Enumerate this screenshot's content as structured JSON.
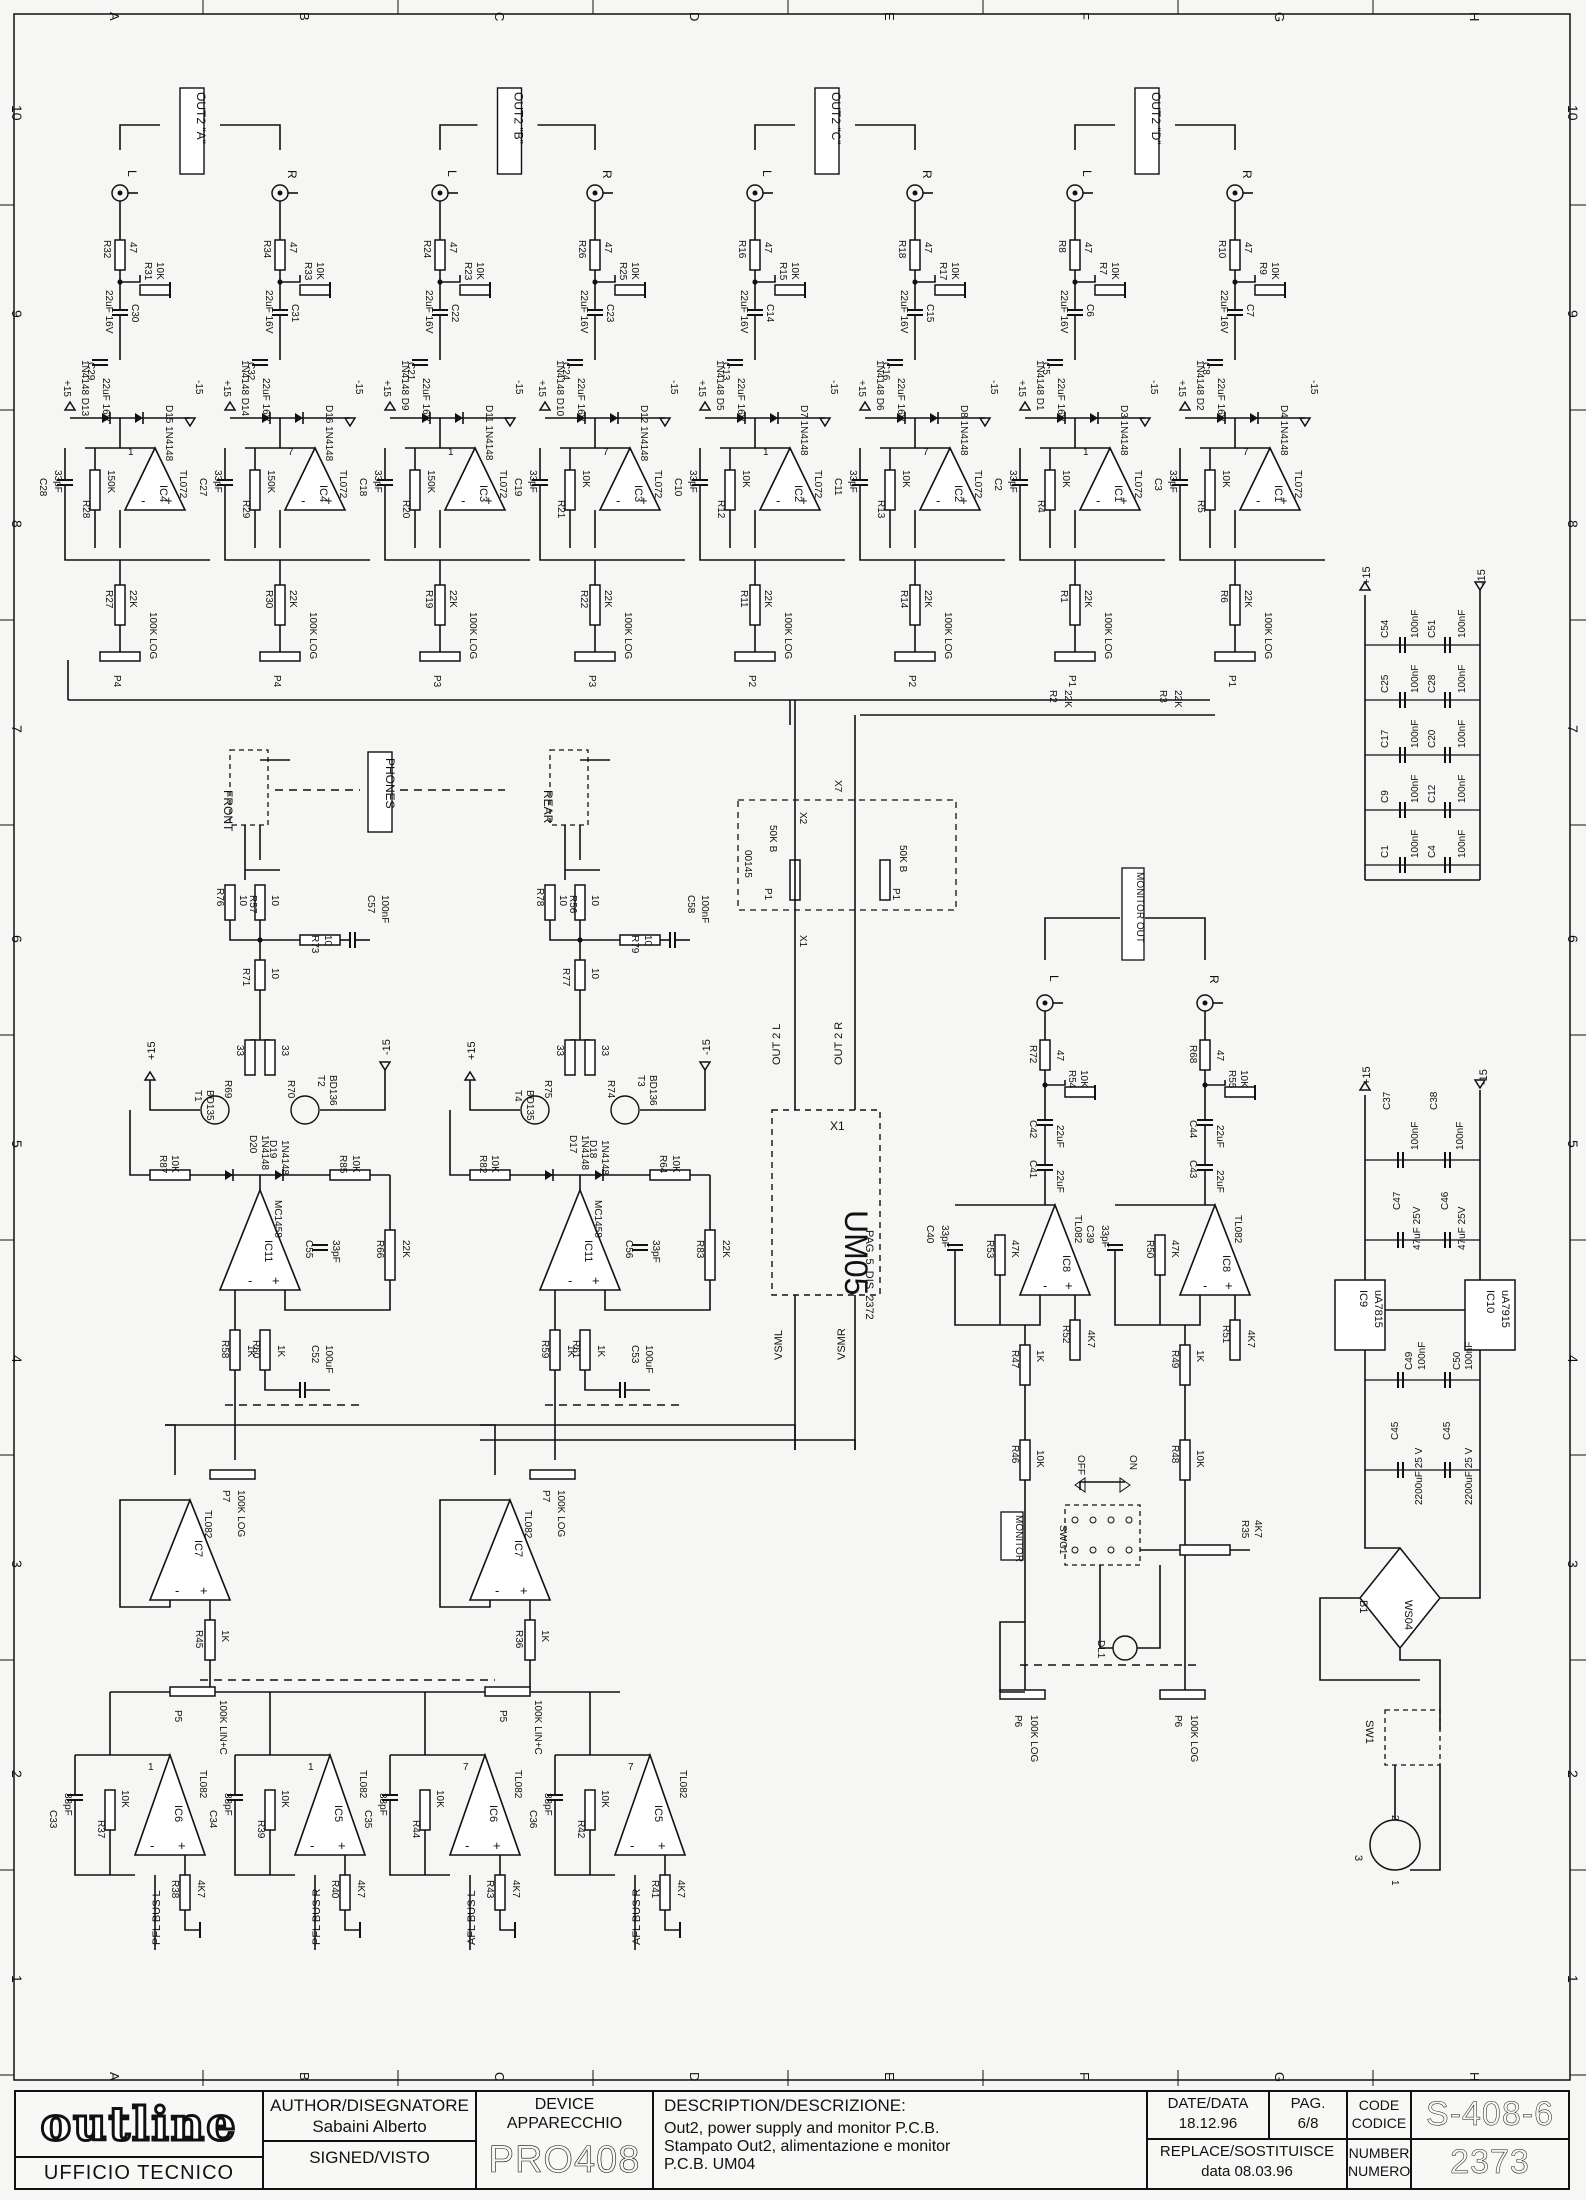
{
  "grid": {
    "columns": [
      "A",
      "B",
      "C",
      "D",
      "E",
      "F",
      "G",
      "H"
    ],
    "rows": [
      "10",
      "9",
      "8",
      "7",
      "6",
      "5",
      "4",
      "3",
      "2",
      "1"
    ]
  },
  "outputs": {
    "groups": [
      {
        "title": "OUT2 \"A\"",
        "ch": [
          {
            "side": "L",
            "rs": "R32",
            "rsv": "47",
            "rp": "R31",
            "rpv": "10K",
            "cap": "C30",
            "capv": "22uF 16V",
            "d1": "D13",
            "d2": "D15",
            "diode": "1N4148",
            "cf": "C29",
            "cfv": "22uF 16V",
            "cc": "C28",
            "ccv": "33pF",
            "rf": "R28",
            "rfv": "150K",
            "ic": "IC4",
            "icname": "TL072",
            "pin": "1",
            "ri": "R27",
            "riv": "22K",
            "pot": "P4",
            "potv": "100K LOG"
          },
          {
            "side": "R",
            "rs": "R34",
            "rsv": "47",
            "rp": "R33",
            "rpv": "10K",
            "cap": "C31",
            "capv": "22uF 16V",
            "d1": "D14",
            "d2": "D16",
            "diode": "1N4148",
            "cf": "C32",
            "cfv": "22uF 16V",
            "cc": "C27",
            "ccv": "33pF",
            "rf": "R29",
            "rfv": "150K",
            "ic": "IC4",
            "icname": "TL072",
            "pin": "7",
            "ri": "R30",
            "riv": "22K",
            "pot": "P4",
            "potv": "100K LOG"
          }
        ]
      },
      {
        "title": "OUT2 \"B\"",
        "ch": [
          {
            "side": "L",
            "rs": "R24",
            "rsv": "47",
            "rp": "R23",
            "rpv": "10K",
            "cap": "C22",
            "capv": "22uF 16V",
            "d1": "D9",
            "d2": "D11",
            "diode": "1N4148",
            "cf": "C21",
            "cfv": "22uF 16V",
            "cc": "C18",
            "ccv": "33pF",
            "rf": "R20",
            "rfv": "150K",
            "ic": "IC3",
            "icname": "TL072",
            "pin": "1",
            "ri": "R19",
            "riv": "22K",
            "pot": "P3",
            "potv": "100K LOG"
          },
          {
            "side": "R",
            "rs": "R26",
            "rsv": "47",
            "rp": "R25",
            "rpv": "10K",
            "cap": "C23",
            "capv": "22uF 16V",
            "d1": "D10",
            "d2": "D12",
            "diode": "1N4148",
            "cf": "C24",
            "cfv": "22uF 16V",
            "cc": "C19",
            "ccv": "33pF",
            "rf": "R21",
            "rfv": "10K",
            "ic": "IC3",
            "icname": "TL072",
            "pin": "7",
            "ri": "R22",
            "riv": "22K",
            "pot": "P3",
            "potv": "100K LOG"
          }
        ]
      },
      {
        "title": "OUT2 \"C\"",
        "ch": [
          {
            "side": "L",
            "rs": "R16",
            "rsv": "47",
            "rp": "R15",
            "rpv": "10K",
            "cap": "C14",
            "capv": "22uF 16V",
            "d1": "D5",
            "d2": "D7",
            "diode": "1N4148",
            "cf": "C13",
            "cfv": "22uF 16V",
            "cc": "C10",
            "ccv": "33pF",
            "rf": "R12",
            "rfv": "10K",
            "ic": "IC2",
            "icname": "TL072",
            "pin": "1",
            "ri": "R11",
            "riv": "22K",
            "pot": "P2",
            "potv": "100K LOG"
          },
          {
            "side": "R",
            "rs": "R18",
            "rsv": "47",
            "rp": "R17",
            "rpv": "10K",
            "cap": "C15",
            "capv": "22uF 16V",
            "d1": "D6",
            "d2": "D8",
            "diode": "1N4148",
            "cf": "C16",
            "cfv": "22uF 16V",
            "cc": "C11",
            "ccv": "33pF",
            "rf": "R13",
            "rfv": "10K",
            "ic": "IC2",
            "icname": "TL072",
            "pin": "7",
            "ri": "R14",
            "riv": "22K",
            "pot": "P2",
            "potv": "100K LOG"
          }
        ]
      },
      {
        "title": "OUT2 \"D\"",
        "ch": [
          {
            "side": "L",
            "rs": "R8",
            "rsv": "47",
            "rp": "R7",
            "rpv": "10K",
            "cap": "C6",
            "capv": "22uF 16V",
            "d1": "D1",
            "d2": "D3",
            "diode": "1N4148",
            "cf": "C5",
            "cfv": "22uF 16V",
            "cc": "C2",
            "ccv": "33pF",
            "rf": "R4",
            "rfv": "10K",
            "ic": "IC1",
            "icname": "TL072",
            "pin": "1",
            "ri": "R1",
            "riv": "22K",
            "pot": "P1",
            "potv": "100K LOG"
          },
          {
            "side": "R",
            "rs": "R10",
            "rsv": "47",
            "rp": "R9",
            "rpv": "10K",
            "cap": "C7",
            "capv": "22uF 16V",
            "d1": "D2",
            "d2": "D4",
            "diode": "1N4148",
            "cf": "C8",
            "cfv": "22uF 16V",
            "cc": "C3",
            "ccv": "33pF",
            "rf": "R5",
            "rfv": "10K",
            "ic": "IC1",
            "icname": "TL072",
            "pin": "7",
            "ri": "R6",
            "riv": "22K",
            "pot": "P1",
            "potv": "100K LOG"
          }
        ]
      }
    ],
    "rails": {
      "pos": "+15",
      "neg": "-15"
    },
    "extra": {
      "r2": "R2",
      "r3": "R3",
      "v22k": "22K"
    }
  },
  "decoupling": {
    "pos": "+15",
    "neg": "-15",
    "caps": [
      [
        "C54",
        "C51"
      ],
      [
        "C25",
        "C28"
      ],
      [
        "C17",
        "C20"
      ],
      [
        "C9",
        "C12"
      ],
      [
        "C1",
        "C4"
      ]
    ],
    "value": "100nF"
  },
  "phones": {
    "label": "PHONES",
    "front": "FRONT",
    "rear": "REAR",
    "pos": "+15",
    "neg": "-15",
    "left": {
      "r76": "R76",
      "r57": "R57",
      "v10": "10",
      "r73": "R73",
      "c57": "C57",
      "c57v": "100nF",
      "r71": "R71",
      "r69": "R69",
      "v33": "33",
      "r70": "R70",
      "t1": "T1",
      "t1v": "BD135",
      "t2": "T2",
      "t2v": "BD136",
      "r87": "R87",
      "r85": "R85",
      "v10k": "10K",
      "d20": "D20",
      "d19": "D19",
      "dn": "1N4148",
      "ic": "IC11",
      "icv": "MC1458",
      "c55": "C55",
      "c55v": "33pF",
      "r66": "R66",
      "r66v": "22K",
      "r58": "R58",
      "v1k": "1K",
      "r60": "R60",
      "c52": "C52",
      "c52v": "100uF",
      "p7": "P7",
      "p7v": "100K LOG",
      "ic7": "IC7",
      "ic7v": "TL082",
      "r45": "R45",
      "p5": "P5",
      "p5v": "100K LIN+C"
    },
    "right": {
      "r78": "R78",
      "r56": "R56",
      "r79": "R79",
      "c58": "C58",
      "c58v": "100nF",
      "r77": "R77",
      "r75": "R75",
      "r74": "R74",
      "t4": "T4",
      "t4v": "BD135",
      "t3": "T3",
      "t3v": "BD136",
      "r82": "R82",
      "r64": "R64",
      "d17": "D17",
      "d18": "D18",
      "ic": "IC11",
      "icv": "MC1458",
      "c56": "C56",
      "c56v": "33pF",
      "r83": "R83",
      "r83v": "22K",
      "r59": "R59",
      "r61": "R61",
      "c53": "C53",
      "c53v": "100uF",
      "p7": "P7",
      "p7v": "100K LOG",
      "ic7": "IC7",
      "ic7v": "TL082",
      "r36": "R36",
      "p5": "P5",
      "p5v": "100K LIN+C"
    }
  },
  "um": {
    "module": "UM05",
    "note": "PAG. 5, DIS. 2372",
    "x1": "X1",
    "x2": "X2",
    "x7": "X7",
    "out2l": "OUT 2 L",
    "out2r": "OUT 2 R",
    "vsml": "VSML",
    "vsmr": "VSMR",
    "pot": "P1",
    "potv": "50K B",
    "code": "00145"
  },
  "monitor": {
    "label": "MONITOR OUT",
    "sw": "MONITOR",
    "swg": "SWG1",
    "off": "OFF",
    "on": "ON",
    "dl": "DL1",
    "r35": "R35",
    "r35v": "4K7",
    "left": {
      "r72": "R72",
      "v47": "47",
      "r54": "R54",
      "v10k": "10K",
      "c42": "C42",
      "c41": "C41",
      "cv": "22uF",
      "c40": "C40",
      "c40v": "33pF",
      "r53": "R53",
      "r53v": "47K",
      "ic": "IC8",
      "icv": "TL082",
      "r52": "R52",
      "r52v": "4K7",
      "r47": "R47",
      "r46": "R46",
      "p6": "P6",
      "p6v": "100K LOG"
    },
    "right": {
      "r68": "R68",
      "r55": "R55",
      "c44": "C44",
      "c43": "C43",
      "c39": "C39",
      "r50": "R50",
      "r51": "R51",
      "r49": "R49",
      "r48": "R48",
      "p6": "P6"
    }
  },
  "psu": {
    "pos": "+15",
    "neg": "-15",
    "c37": "C37",
    "c38": "C38",
    "c100n": "100nF",
    "c47": "C47",
    "c46": "C46",
    "c47v": "47uF 25V",
    "ic9": "IC9",
    "ic9v": "uA7815",
    "ic10": "IC10",
    "ic10v": "uA7915",
    "c49": "C49",
    "c50": "C50",
    "c45a": "C45",
    "c45b": "C45",
    "c45v": "2200uF 25 V",
    "b1": "B1",
    "b1v": "WS04",
    "sw1": "SW1"
  },
  "bus": {
    "items": [
      {
        "label": "PFL BUS L",
        "cc": "C33",
        "ccv": "33pF",
        "rf": "R37",
        "rfv": "10K",
        "ic": "IC6",
        "icv": "TL082",
        "pin": "1",
        "rb": "R38",
        "rbv": "4K7"
      },
      {
        "label": "PFL BUS R",
        "cc": "C34",
        "ccv": "33pF",
        "rf": "R39",
        "rfv": "10K",
        "ic": "IC5",
        "icv": "TL082",
        "pin": "1",
        "rb": "R40",
        "rbv": "4K7"
      },
      {
        "label": "AFL BUS L",
        "cc": "C35",
        "ccv": "33pF",
        "rf": "R44",
        "rfv": "10K",
        "ic": "IC6",
        "icv": "TL082",
        "pin": "7",
        "rb": "R43",
        "rbv": "4K7"
      },
      {
        "label": "AFL BUS R",
        "cc": "C36",
        "ccv": "33pF",
        "rf": "R42",
        "rfv": "10K",
        "ic": "IC5",
        "icv": "TL082",
        "pin": "7",
        "rb": "R41",
        "rbv": "4K7"
      }
    ]
  },
  "titleblock": {
    "logo": "outline",
    "ufficio": "UFFICIO TECNICO",
    "author_label": "AUTHOR/DISEGNATORE",
    "author": "Sabaini Alberto",
    "signed": "SIGNED/VISTO",
    "device_label1": "DEVICE",
    "device_label2": "APPARECCHIO",
    "device": "PRO408",
    "desc_label": "DESCRIPTION/DESCRIZIONE:",
    "desc1": "Out2, power supply and monitor P.C.B.",
    "desc2": "Stampato Out2, alimentazione e monitor",
    "desc3": "P.C.B. UM04",
    "date_label": "DATE/DATA",
    "date": "18.12.96",
    "pag_label": "PAG.",
    "pag": "6/8",
    "replace_label": "REPLACE/SOSTITUISCE",
    "replace": "data 08.03.96",
    "code_label1": "CODE",
    "code_label2": "CODICE",
    "code": "S-408-6",
    "number_label1": "NUMBER",
    "number_label2": "NUMERO",
    "number": "2373"
  }
}
